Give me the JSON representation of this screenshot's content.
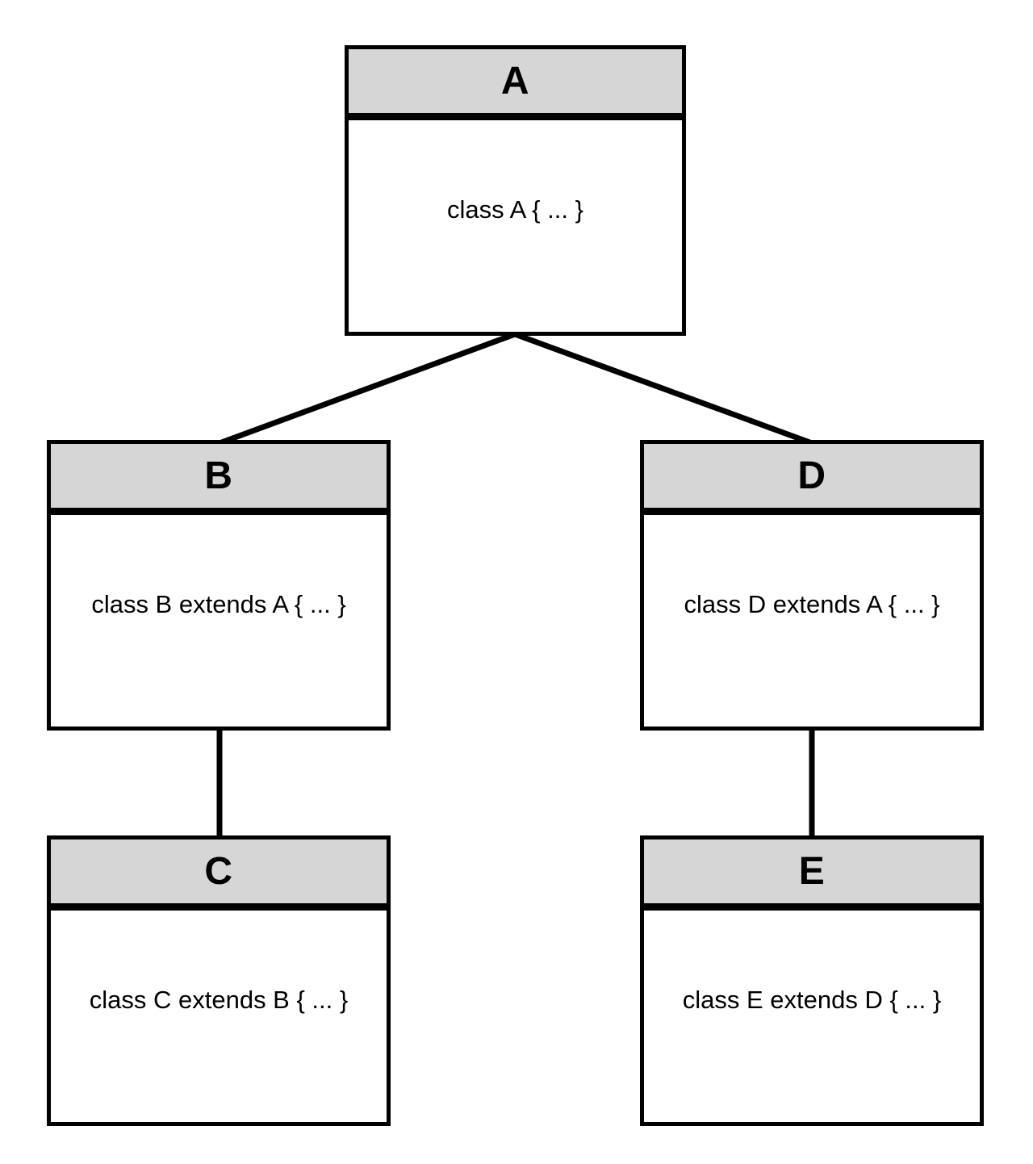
{
  "diagram": {
    "type": "class-inheritance-diagram",
    "colors": {
      "background": "#ffffff",
      "node_header_fill": "#d6d6d6",
      "node_body_fill": "#ffffff",
      "border": "#000000",
      "edge": "#000000"
    },
    "nodes": [
      {
        "id": "A",
        "title": "A",
        "body": "class A { ... }"
      },
      {
        "id": "B",
        "title": "B",
        "body": "class B extends A { ... }"
      },
      {
        "id": "D",
        "title": "D",
        "body": "class D extends A { ... }"
      },
      {
        "id": "C",
        "title": "C",
        "body": "class C extends B { ... }"
      },
      {
        "id": "E",
        "title": "E",
        "body": "class E extends D { ... }"
      }
    ],
    "edges": [
      {
        "from": "A",
        "to": "B"
      },
      {
        "from": "A",
        "to": "D"
      },
      {
        "from": "B",
        "to": "C"
      },
      {
        "from": "D",
        "to": "E"
      }
    ]
  }
}
